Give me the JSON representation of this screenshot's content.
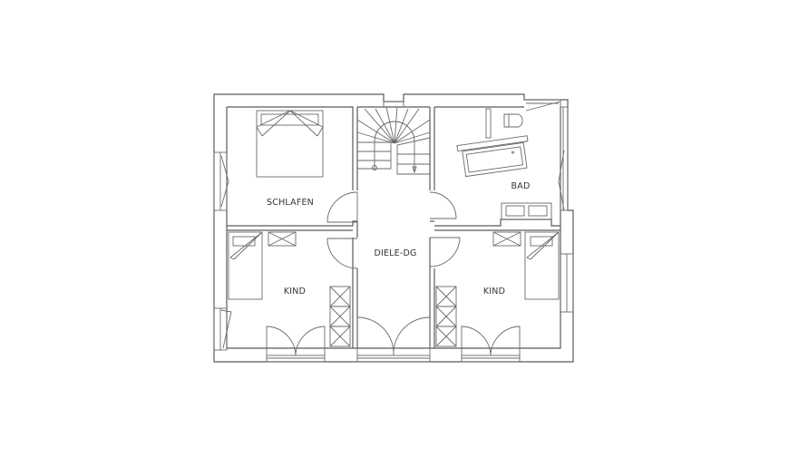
{
  "rooms": {
    "schlafen": "SCHLAFEN",
    "bad": "BAD",
    "diele": "DIELE-DG",
    "kind_left": "KIND",
    "kind_right": "KIND"
  },
  "colors": {
    "line": "#5a5a5a",
    "background": "#ffffff"
  }
}
